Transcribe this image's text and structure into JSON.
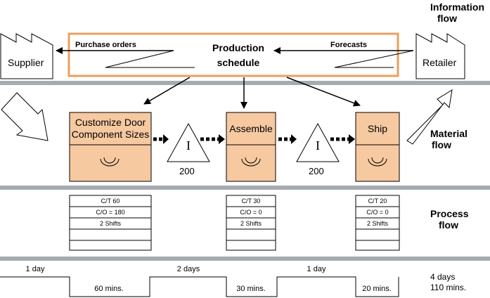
{
  "flow_labels": {
    "information": [
      "Information",
      "flow"
    ],
    "material": [
      "Material",
      "flow"
    ],
    "process": [
      "Process",
      "flow"
    ]
  },
  "info": {
    "schedule": [
      "Production",
      "schedule"
    ],
    "purchase_orders": "Purchase orders",
    "forecasts": "Forecasts",
    "supplier": "Supplier",
    "retailer": "Retailer"
  },
  "processes": [
    {
      "name": "Customize Door Component Sizes",
      "lines": [
        "Customize Door",
        "Component Sizes"
      ],
      "data": [
        "C/T 60",
        "C/O = 180",
        "2 Shifts",
        "",
        ""
      ]
    },
    {
      "name": "Assemble",
      "lines": [
        "Assemble"
      ],
      "data": [
        "C/T 30",
        "C/O = 0",
        "2 Shifts",
        "",
        ""
      ]
    },
    {
      "name": "Ship",
      "lines": [
        "Ship"
      ],
      "data": [
        "C/T 20",
        "C/O = 0",
        "2 Shifts",
        "",
        ""
      ]
    }
  ],
  "inventory": [
    {
      "symbol": "I",
      "count": "200"
    },
    {
      "symbol": "I",
      "count": "200"
    }
  ],
  "timeline": {
    "waits": [
      "1 day",
      "2 days",
      "1 day"
    ],
    "process_times": [
      "60 mins.",
      "30 mins.",
      "20 mins."
    ],
    "total_lead": "4 days",
    "total_process": "110 mins."
  },
  "colors": {
    "process_fill": "#f6c9a0",
    "schedule_border": "#e8a15e",
    "separator": "#a6abb1"
  }
}
